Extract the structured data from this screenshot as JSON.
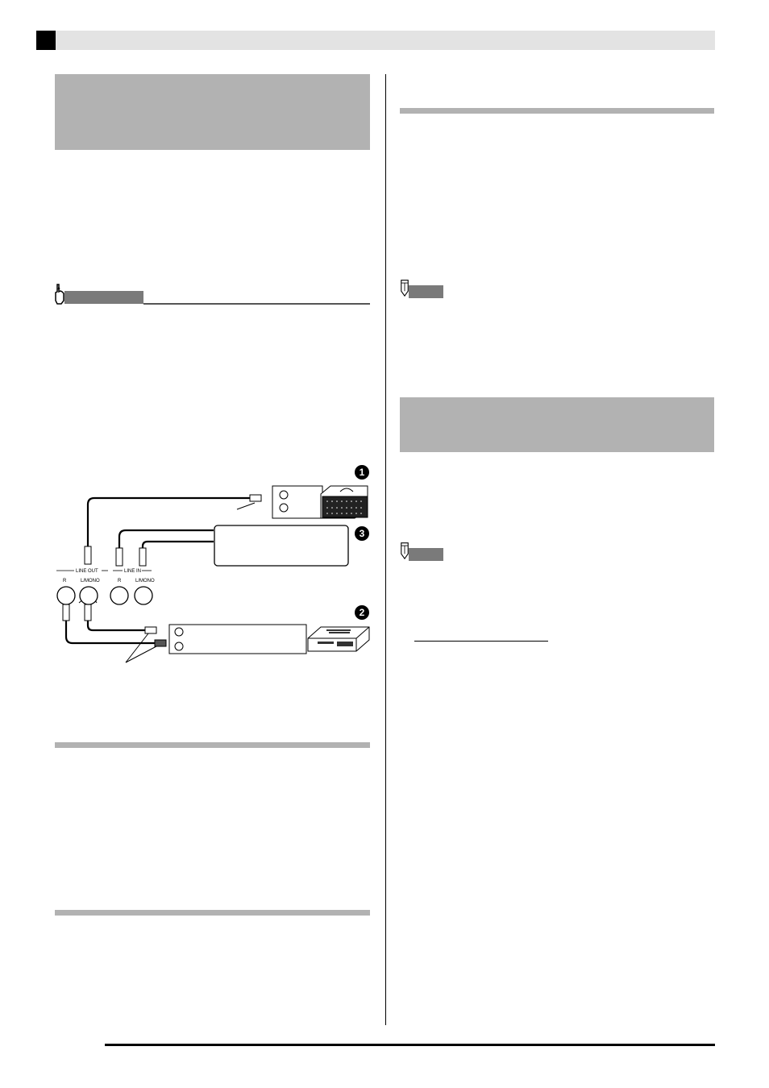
{
  "diagram": {
    "line_out_label": "LINE OUT",
    "line_in_label": "LINE IN",
    "jack_r_label": "R",
    "jack_lmono_label": "L/MONO",
    "marker_1": "1",
    "marker_2": "2",
    "marker_3": "3"
  },
  "colors": {
    "header_band": "#e3e3e3",
    "section_gray": "#b2b2b2",
    "hint_tab": "#7a7a7a"
  },
  "icons": {
    "hint": "pointing-hand-icon",
    "note": "pencil-icon"
  }
}
